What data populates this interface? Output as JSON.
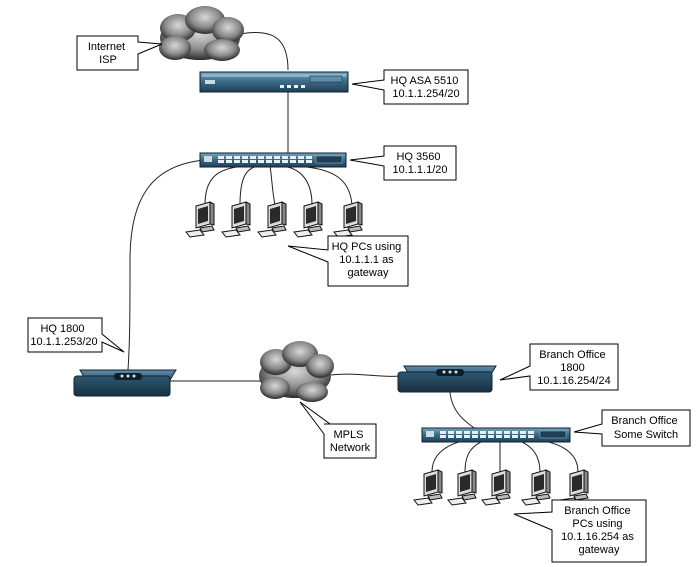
{
  "colors": {
    "device_body": "#3d6d8a",
    "device_dark": "#1f3f55",
    "device_light": "#7aa6c0",
    "cloud_dark": "#333333",
    "cloud_light": "#bbbbbb",
    "wire": "#222222"
  },
  "callouts": {
    "internet": [
      "Internet",
      "ISP"
    ],
    "asa": [
      "HQ ASA 5510",
      "10.1.1.254/20"
    ],
    "hq3560": [
      "HQ 3560",
      "10.1.1.1/20"
    ],
    "hqpcs": [
      "HQ PCs using",
      "10.1.1.1 as",
      "gateway"
    ],
    "hq1800": [
      "HQ 1800",
      "10.1.1.253/20"
    ],
    "mpls": [
      "MPLS",
      "Network"
    ],
    "br1800": [
      "Branch Office",
      "1800",
      "10.1.16.254/24"
    ],
    "brswitch": [
      "Branch Office",
      "Some Switch"
    ],
    "brpcs": [
      "Branch Office",
      "PCs using",
      "10.1.16.254 as",
      "gateway"
    ]
  },
  "icons": {
    "cloud": "cloud-icon",
    "firewall": "firewall-icon",
    "switch": "switch-icon",
    "router": "router-icon",
    "pc": "pc-icon"
  }
}
